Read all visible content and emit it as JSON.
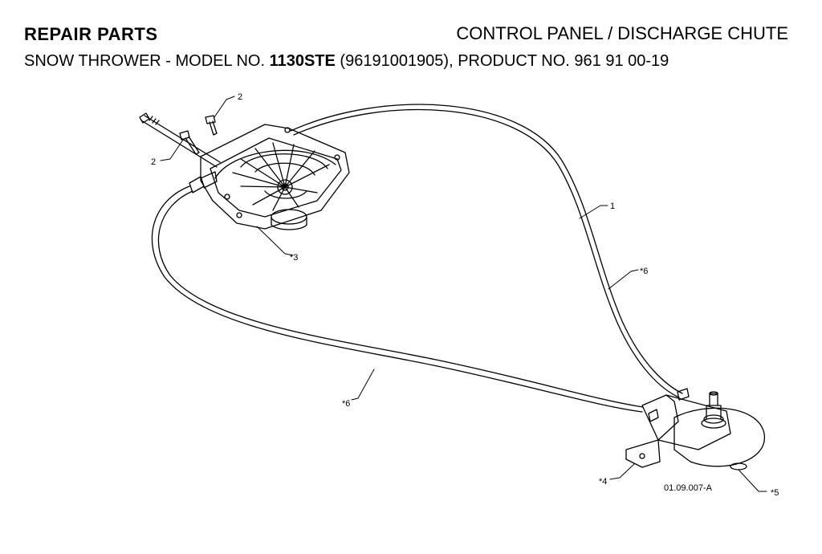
{
  "header": {
    "left_title": "REPAIR PARTS",
    "right_title": "CONTROL PANEL / DISCHARGE CHUTE",
    "sub_prefix": "SNOW THROWER - MODEL NO. ",
    "model_no": "1130STE",
    "sub_suffix": " (96191001905), PRODUCT NO. 961 91 00-19"
  },
  "callouts": {
    "c1": "1",
    "c2a": "2",
    "c2b": "2",
    "c3": "*3",
    "c4": "*4",
    "c5": "*5",
    "c6a": "*6",
    "c6b": "*6"
  },
  "drawing_code": "01.09.007-A",
  "colors": {
    "line": "#000000",
    "background": "#ffffff"
  }
}
